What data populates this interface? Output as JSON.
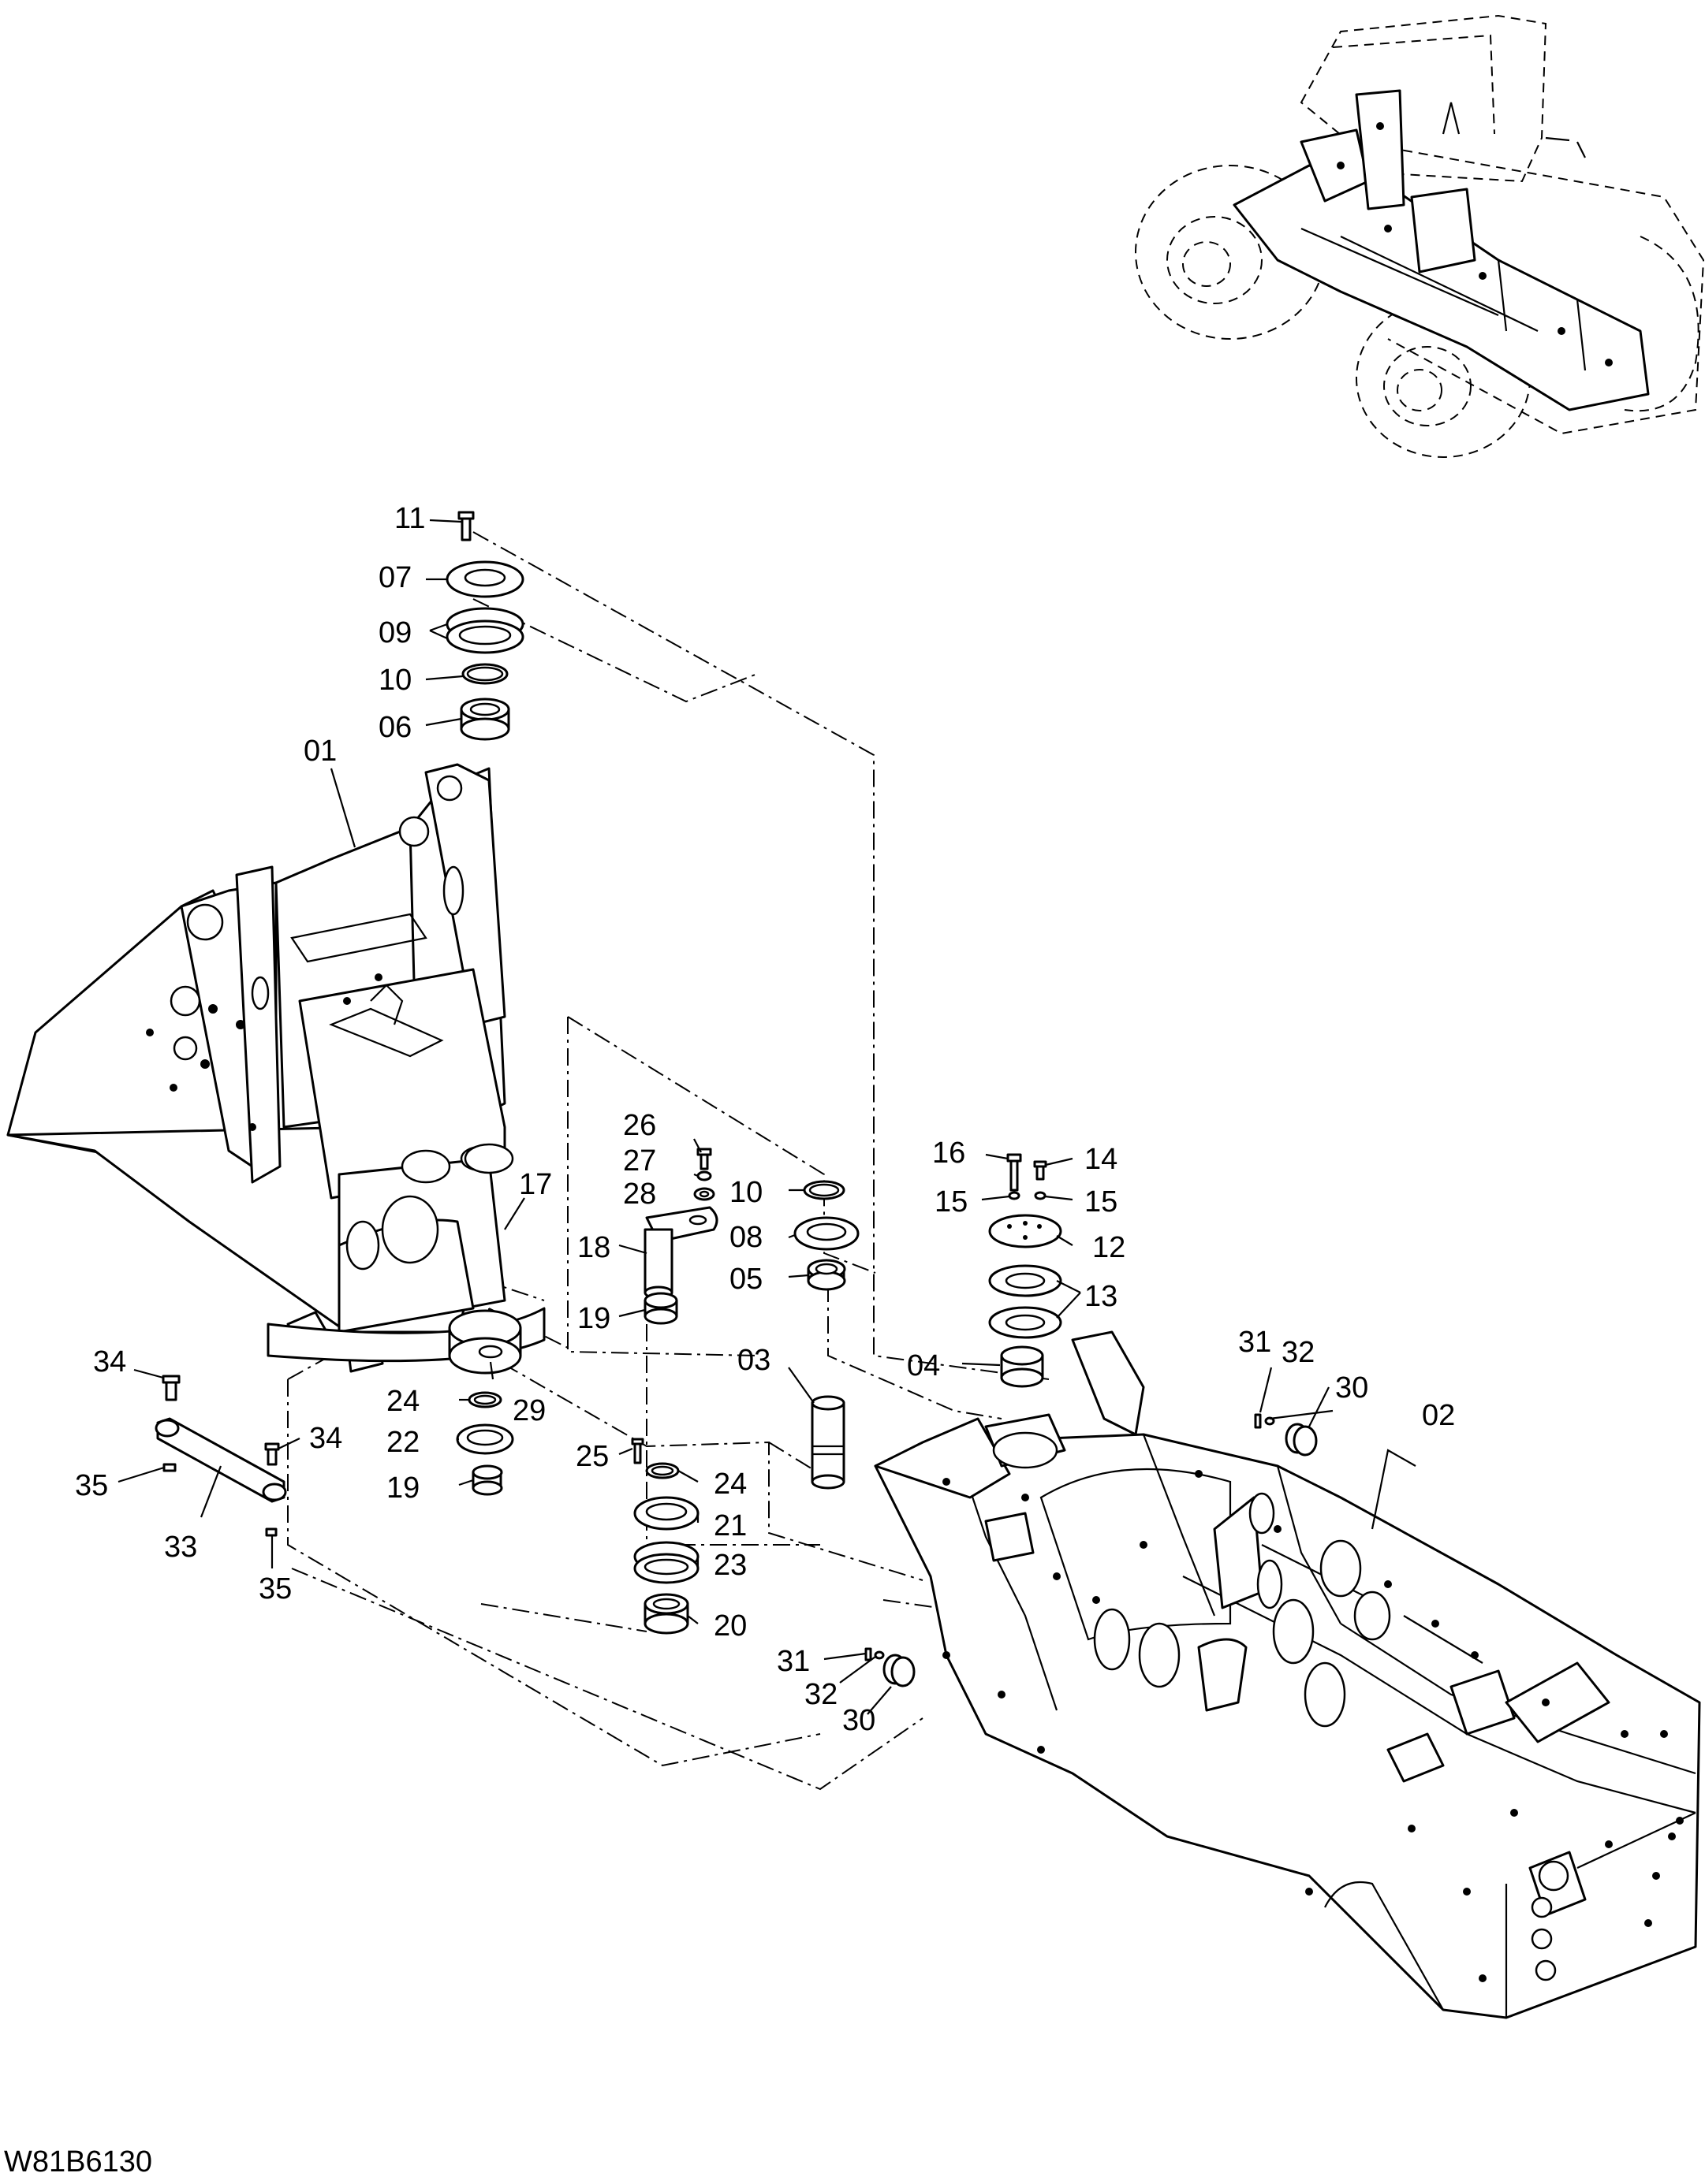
{
  "drawing_code": "W81B6130",
  "callouts": {
    "c01": "01",
    "c02": "02",
    "c03": "03",
    "c04": "04",
    "c05": "05",
    "c06": "06",
    "c07": "07",
    "c08": "08",
    "c09": "09",
    "c10a": "10",
    "c10b": "10",
    "c11": "11",
    "c12": "12",
    "c13": "13",
    "c14": "14",
    "c15a": "15",
    "c15b": "15",
    "c16": "16",
    "c17": "17",
    "c18": "18",
    "c19a": "19",
    "c19b": "19",
    "c20": "20",
    "c21": "21",
    "c22": "22",
    "c23": "23",
    "c24a": "24",
    "c24b": "24",
    "c25": "25",
    "c26": "26",
    "c27": "27",
    "c28": "28",
    "c29": "29",
    "c30a": "30",
    "c30b": "30",
    "c31a": "31",
    "c31b": "31",
    "c32a": "32",
    "c32b": "32",
    "c33": "33",
    "c34a": "34",
    "c34b": "34",
    "c35a": "35",
    "c35b": "35"
  }
}
